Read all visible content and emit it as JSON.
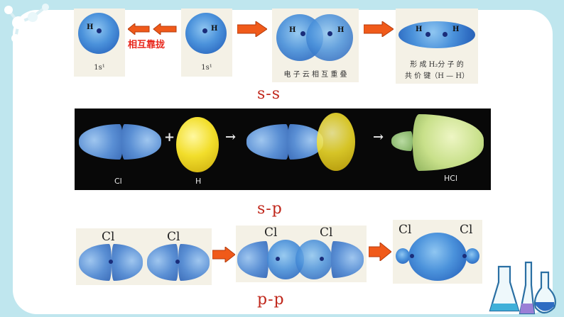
{
  "colors": {
    "label_red": "#c0271b",
    "arrow_orange": "#f05a1a",
    "orbital_blue": "#4b92db",
    "bg_teal": "#bfe6ee"
  },
  "ss": {
    "h_atom": "H",
    "caption_1s_left": "1s¹",
    "caption_1s_right": "1s¹",
    "approach_text": "相互靠拢",
    "overlap_caption": "电 子 云 相 互 重 叠",
    "bond_caption_line1": "形 成 H₂分 子 的",
    "bond_caption_line2": "共 价 键（H — H）",
    "label": "s-s"
  },
  "sp": {
    "plus": "+",
    "arrow1": "→",
    "arrow2": "→",
    "cl": "Cl",
    "h": "H",
    "hcl": "HCl",
    "label": "s-p"
  },
  "pp": {
    "cl": "Cl",
    "label": "p-p"
  },
  "icons": [
    "molecule-icon",
    "flask-icon"
  ]
}
